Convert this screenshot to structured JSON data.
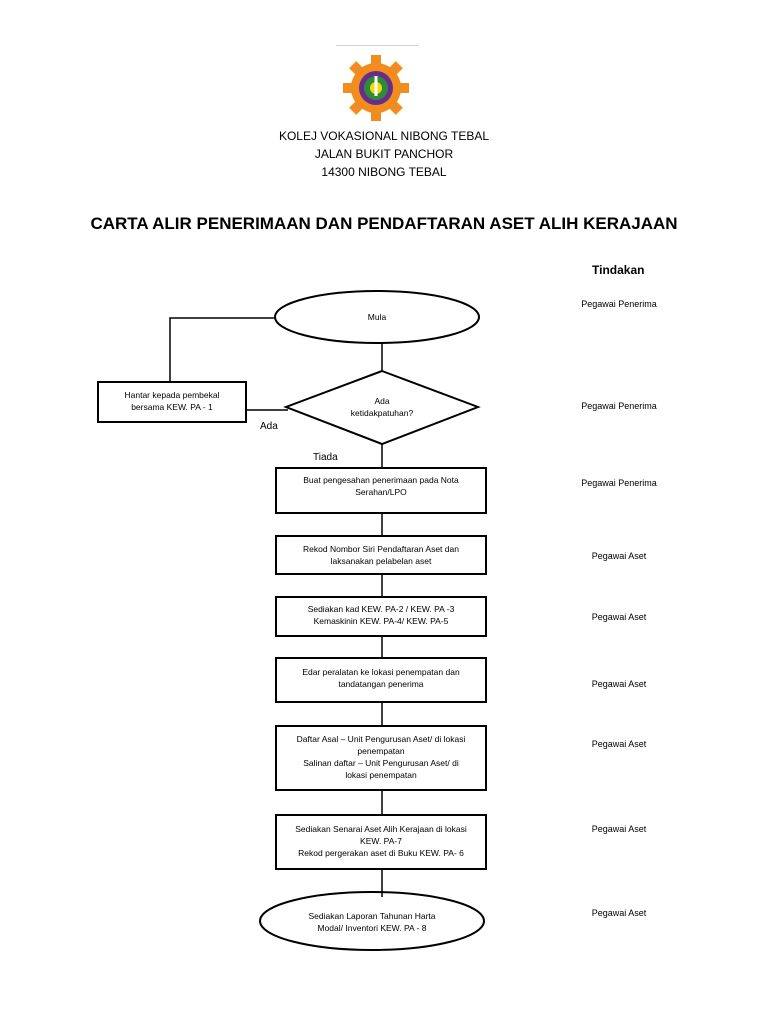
{
  "header": {
    "line1": "KOLEJ VOKASIONAL NIBONG TEBAL",
    "line2": "JALAN BUKIT PANCHOR",
    "line3": "14300 NIBONG TEBAL"
  },
  "title": "CARTA ALIR PENERIMAAN DAN PENDAFTARAN ASET ALIH KERAJAAN",
  "column_heading": "Tindakan",
  "logo": {
    "icon": "gear-emblem-logo",
    "gear_color": "#f28c1e",
    "inner_color": "#6a2c8c"
  },
  "nodes": {
    "start": "Mula",
    "decision_l1": "Ada",
    "decision_l2": "ketidakpatuhan?",
    "reject_l1": "Hantar kepada pembekal",
    "reject_l2": "bersama KEW. PA - 1",
    "step1_l1": "Buat pengesahan penerimaan pada  Nota",
    "step1_l2": "Serahan/LPO",
    "step2_l1": "Rekod Nombor Siri Pendaftaran Aset dan",
    "step2_l2": "laksanakan pelabelan aset",
    "step3_l1": "Sediakan kad KEW. PA-2 / KEW. PA -3",
    "step3_l2": "Kemaskinin KEW. PA-4/ KEW. PA-5",
    "step4_l1": "Edar peralatan ke lokasi penempatan dan",
    "step4_l2": "tandatangan penerima",
    "step5_l1": "Daftar Asal – Unit Pengurusan Aset/ di lokasi",
    "step5_l2": "penempatan",
    "step5_l3": "Salinan daftar – Unit Pengurusan Aset/ di",
    "step5_l4": "lokasi penempatan",
    "step6_l1": "Sediakan Senarai Aset Alih Kerajaan di lokasi",
    "step6_l2": "KEW. PA-7",
    "step6_l3": "Rekod pergerakan aset di Buku KEW. PA- 6",
    "end_l1": "Sediakan Laporan Tahunan Harta",
    "end_l2": "Modal/ Inventori KEW. PA - 8"
  },
  "edge_labels": {
    "yes": "Ada",
    "no": "Tiada"
  },
  "actors": {
    "a1": "Pegawai Penerima",
    "a2": "Pegawai Penerima",
    "a3": "Pegawai Penerima",
    "a4": "Pegawai Aset",
    "a5": "Pegawai Aset",
    "a6": "Pegawai Aset",
    "a7": "Pegawai Aset",
    "a8": "Pegawai Aset",
    "a9": "Pegawai Aset"
  }
}
